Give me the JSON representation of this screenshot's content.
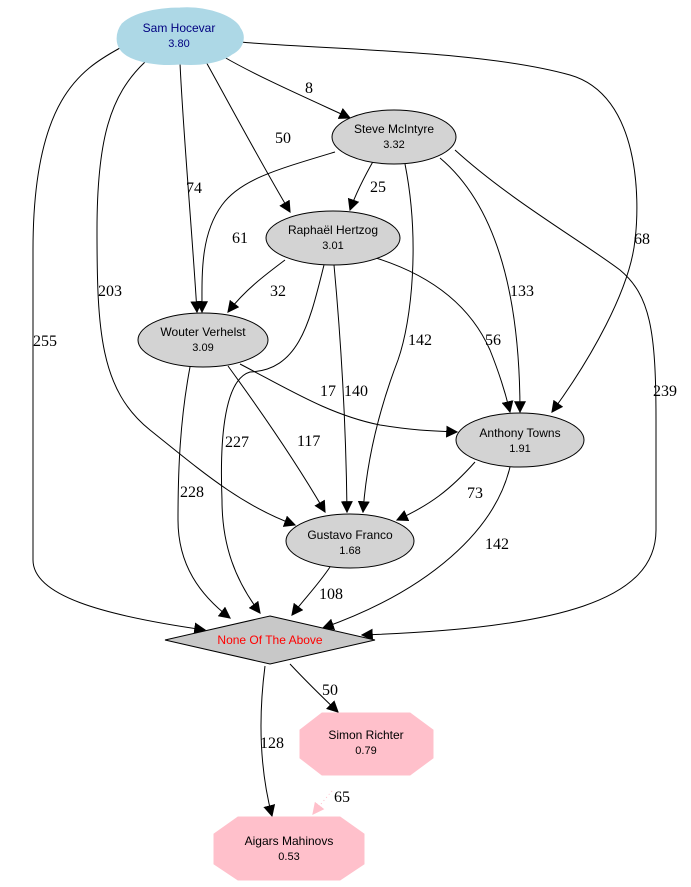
{
  "colors": {
    "winner_fill": "#add8e6",
    "winner_text": "#000080",
    "middle_fill": "#d3d3d3",
    "nota_fill": "#c8c8c8",
    "nota_text": "#ff0000",
    "loser_fill": "#ffc0cb",
    "pink_edge": "#ffc0cb"
  },
  "nodes": {
    "sam": {
      "name": "Sam Hocevar",
      "score": "3.80"
    },
    "steve": {
      "name": "Steve McIntyre",
      "score": "3.32"
    },
    "raphael": {
      "name": "Raphaël Hertzog",
      "score": "3.01"
    },
    "wouter": {
      "name": "Wouter Verhelst",
      "score": "3.09"
    },
    "anthony": {
      "name": "Anthony Towns",
      "score": "1.91"
    },
    "gustavo": {
      "name": "Gustavo Franco",
      "score": "1.68"
    },
    "nota": {
      "name": "None Of The Above"
    },
    "simon": {
      "name": "Simon Richter",
      "score": "0.79"
    },
    "aigars": {
      "name": "Aigars Mahinovs",
      "score": "0.53"
    }
  },
  "edges": [
    {
      "from": "Sam Hocevar",
      "to": "Steve McIntyre",
      "label": "8"
    },
    {
      "from": "Sam Hocevar",
      "to": "Raphaël Hertzog",
      "label": "50"
    },
    {
      "from": "Sam Hocevar",
      "to": "Wouter Verhelst",
      "label": "74"
    },
    {
      "from": "Sam Hocevar",
      "to": "Gustavo Franco",
      "label": "203"
    },
    {
      "from": "Sam Hocevar",
      "to": "None Of The Above",
      "label": "255"
    },
    {
      "from": "Sam Hocevar",
      "to": "Anthony Towns",
      "label": "68"
    },
    {
      "from": "Steve McIntyre",
      "to": "Raphaël Hertzog",
      "label": "25"
    },
    {
      "from": "Steve McIntyre",
      "to": "Wouter Verhelst",
      "label": "61"
    },
    {
      "from": "Steve McIntyre",
      "to": "Gustavo Franco",
      "label": "142"
    },
    {
      "from": "Steve McIntyre",
      "to": "Anthony Towns",
      "label": "133"
    },
    {
      "from": "Steve McIntyre",
      "to": "None Of The Above",
      "label": "239"
    },
    {
      "from": "Raphaël Hertzog",
      "to": "Wouter Verhelst",
      "label": "32"
    },
    {
      "from": "Raphaël Hertzog",
      "to": "None Of The Above",
      "label": "227"
    },
    {
      "from": "Raphaël Hertzog",
      "to": "Gustavo Franco",
      "label": "140"
    },
    {
      "from": "Raphaël Hertzog",
      "to": "Anthony Towns",
      "label": "56"
    },
    {
      "from": "Wouter Verhelst",
      "to": "None Of The Above",
      "label": "228"
    },
    {
      "from": "Wouter Verhelst",
      "to": "Gustavo Franco",
      "label": "117"
    },
    {
      "from": "Wouter Verhelst",
      "to": "Anthony Towns",
      "label": "17"
    },
    {
      "from": "Anthony Towns",
      "to": "Gustavo Franco",
      "label": "73"
    },
    {
      "from": "Anthony Towns",
      "to": "None Of The Above",
      "label": "142"
    },
    {
      "from": "Gustavo Franco",
      "to": "None Of The Above",
      "label": "108"
    },
    {
      "from": "None Of The Above",
      "to": "Simon Richter",
      "label": "50"
    },
    {
      "from": "None Of The Above",
      "to": "Aigars Mahinovs",
      "label": "128"
    },
    {
      "from": "Simon Richter",
      "to": "Aigars Mahinovs",
      "label": "65"
    }
  ]
}
